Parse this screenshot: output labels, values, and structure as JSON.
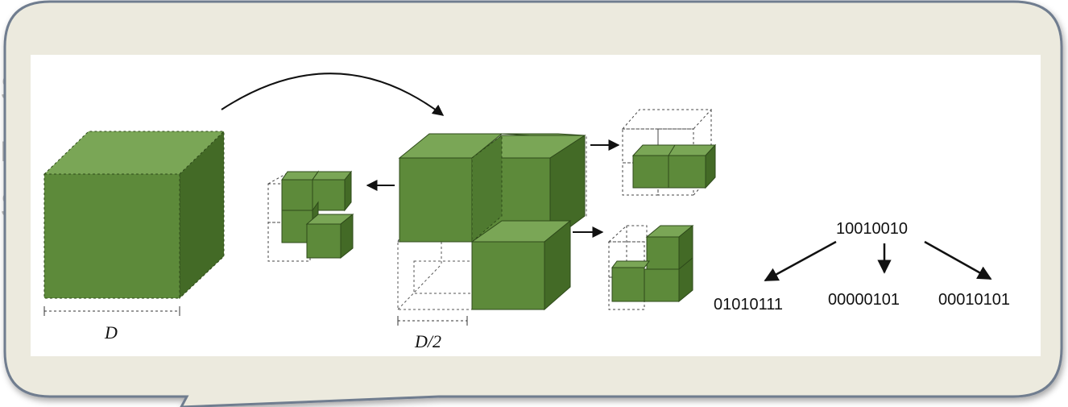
{
  "slide": {
    "background_color": "#ffffff",
    "partial_text_fragments": [
      "S",
      "r",
      "S"
    ]
  },
  "callout": {
    "fill_color": "#eceade",
    "border_color": "#6f7d8f"
  },
  "figure": {
    "cube_color": "#5d8a3a",
    "cube_color_dark": "#436a26",
    "cube_color_top": "#7aa656",
    "labels": {
      "full_size": "D",
      "half_size": "D/2"
    },
    "byte_tree": {
      "parent": "10010010",
      "children": [
        "01010111",
        "00000101",
        "00010101"
      ]
    }
  }
}
